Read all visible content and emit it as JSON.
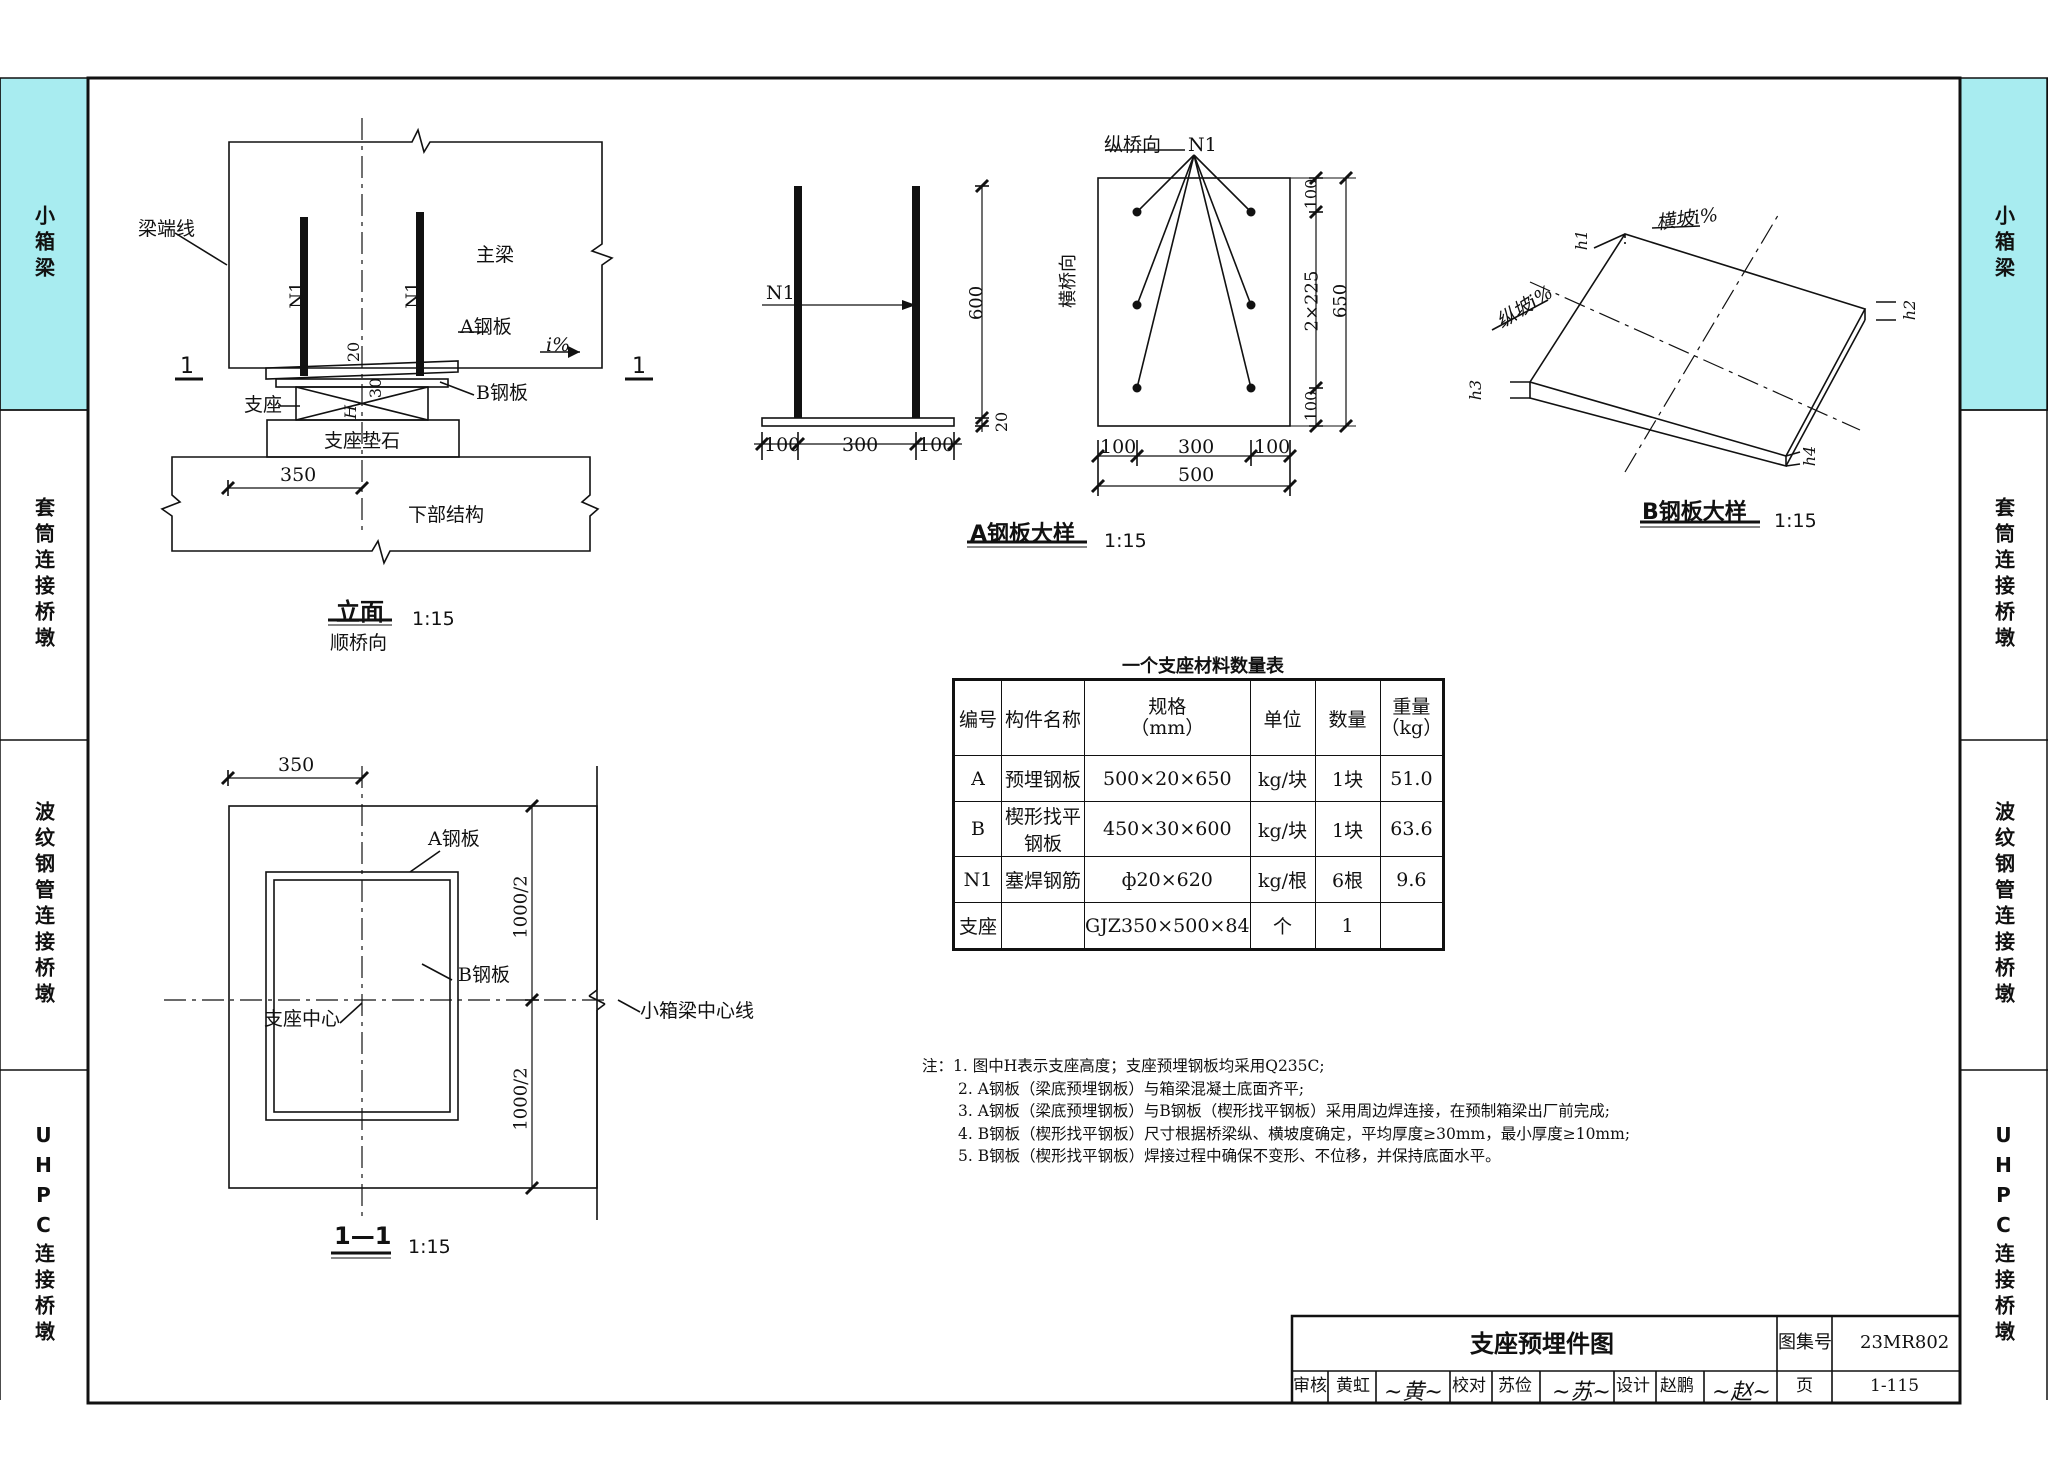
{
  "side_tabs": {
    "left": [
      "小箱梁",
      "套筒连接桥墩",
      "波纹钢管连接桥墩",
      "UHPC连接桥墩"
    ],
    "right": [
      "小箱梁",
      "套筒连接桥墩",
      "波纹钢管连接桥墩",
      "UHPC连接桥墩"
    ]
  },
  "elevation": {
    "labels": {
      "beam_end_line": "梁端线",
      "main_beam": "主梁",
      "n1_left": "N1",
      "n1_right": "N1",
      "plate_a": "A钢板",
      "plate_b": "B钢板",
      "slope": "i%",
      "dim_20": "20",
      "dim_30": "30",
      "dim_h": "H",
      "bearing": "支座",
      "bearing_pad": "支座垫石",
      "dim_350": "350",
      "substructure": "下部结构",
      "section_mark_left": "1",
      "section_mark_right": "1"
    },
    "title": "立面",
    "subtitle": "顺桥向",
    "scale": "1:15"
  },
  "plate_a_detail": {
    "labels": {
      "n1": "N1",
      "dim_600": "600",
      "dim_20": "20",
      "dim_100_l": "100",
      "dim_300": "300",
      "dim_100_r": "100",
      "longitudinal": "纵桥向",
      "n1_plan": "N1",
      "transverse": "横桥向",
      "dim_100_top": "100",
      "dim_2x225": "2×225",
      "dim_650": "650",
      "dim_100_bot": "100",
      "plan_100_l": "100",
      "plan_300": "300",
      "plan_100_r": "100",
      "plan_500": "500"
    },
    "title": "A钢板大样",
    "scale": "1:15"
  },
  "plate_b_detail": {
    "labels": {
      "cross_slope": "横坡i%",
      "long_slope": "纵坡i%",
      "h1": "h1",
      "h2": "h2",
      "h3": "h3",
      "h4": "h4"
    },
    "title": "B钢板大样",
    "scale": "1:15"
  },
  "section_1_1": {
    "labels": {
      "dim_350": "350",
      "plate_a": "A钢板",
      "plate_b": "B钢板",
      "bearing_center": "支座中心",
      "girder_centerline": "小箱梁中心线",
      "dim_1000_top": "1000/2",
      "dim_1000_bot": "1000/2"
    },
    "title": "1—1",
    "scale": "1:15"
  },
  "material_table": {
    "title": "一个支座材料数量表",
    "headers": [
      "编号",
      "构件名称",
      "规格\n（mm）",
      "单位",
      "数量",
      "重量\n（kg）"
    ],
    "rows": [
      [
        "A",
        "预埋钢板",
        "500×20×650",
        "kg/块",
        "1块",
        "51.0"
      ],
      [
        "B",
        "楔形找平钢板",
        "450×30×600",
        "kg/块",
        "1块",
        "63.6"
      ],
      [
        "N1",
        "塞焊钢筋",
        "ф20×620",
        "kg/根",
        "6根",
        "9.6"
      ],
      [
        "支座",
        "",
        "GJZ350×500×84",
        "个",
        "1",
        ""
      ]
    ]
  },
  "notes": [
    "注：1. 图中H表示支座高度；支座预埋钢板均采用Q235C;",
    "2. A钢板（梁底预埋钢板）与箱梁混凝土底面齐平;",
    "3. A钢板（梁底预埋钢板）与B钢板（楔形找平钢板）采用周边焊连接，在预制箱梁出厂前完成;",
    "4. B钢板（楔形找平钢板）尺寸根据桥梁纵、横坡度确定，平均厚度≥30mm，最小厚度≥10mm;",
    "5. B钢板（楔形找平钢板）焊接过程中确保不变形、不位移，并保持底面水平。"
  ],
  "title_block": {
    "drawing_title": "支座预埋件图",
    "atlas_label": "图集号",
    "atlas_no": "23MR802",
    "review_label": "审核",
    "reviewer": "黄虹",
    "check_label": "校对",
    "checker": "苏俭",
    "design_label": "设计",
    "designer": "赵鹏",
    "page_label": "页",
    "page_no": "1-115"
  }
}
